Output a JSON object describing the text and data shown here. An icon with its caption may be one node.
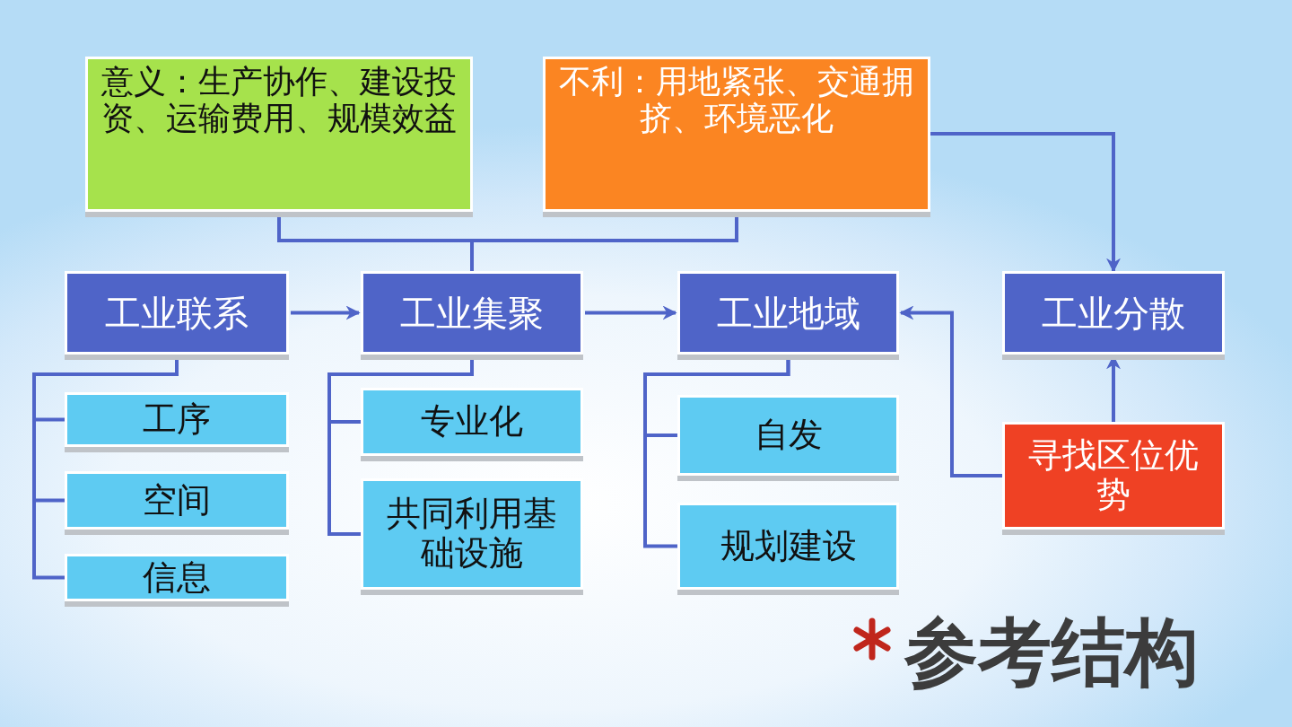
{
  "diagram": {
    "nodes": [
      {
        "text": [
          "意义：生产协作、建设投资、运输费用、规模效益"
        ]
      },
      {
        "text": [
          "不利：用地紧张、交通拥挤、环境恶化"
        ]
      },
      {
        "text": [
          "工业联系"
        ]
      },
      {
        "text": [
          "工业集聚"
        ]
      },
      {
        "text": [
          "工业地域"
        ]
      },
      {
        "text": [
          "工业分散"
        ]
      },
      {
        "text": [
          "工序"
        ]
      },
      {
        "text": [
          "空间"
        ]
      },
      {
        "text": [
          "信息"
        ]
      },
      {
        "text": [
          "专业化"
        ]
      },
      {
        "text": [
          "共同利用基础设施"
        ]
      },
      {
        "text": [
          "自发"
        ]
      },
      {
        "text": [
          "规划建设"
        ]
      },
      {
        "text": [
          "寻找区位优势"
        ]
      }
    ],
    "edges": [
      {
        "from": 0,
        "to": 3,
        "arrow": "none"
      },
      {
        "from": 1,
        "to": 3,
        "arrow": "none"
      },
      {
        "from": 2,
        "to": 3,
        "arrow": "to"
      },
      {
        "from": 3,
        "to": 4,
        "arrow": "to"
      },
      {
        "from": 1,
        "to": 5,
        "arrow": "to"
      },
      {
        "from": 13,
        "to": 5,
        "arrow": "to"
      },
      {
        "from": 13,
        "to": 4,
        "arrow": "to"
      },
      {
        "from": 2,
        "to": 6,
        "arrow": "none"
      },
      {
        "from": 2,
        "to": 7,
        "arrow": "none"
      },
      {
        "from": 2,
        "to": 8,
        "arrow": "none"
      },
      {
        "from": 3,
        "to": 9,
        "arrow": "none"
      },
      {
        "from": 3,
        "to": 10,
        "arrow": "none"
      },
      {
        "from": 4,
        "to": 11,
        "arrow": "none"
      },
      {
        "from": 4,
        "to": 12,
        "arrow": "none"
      }
    ],
    "labels": [
      "参考结构"
    ]
  }
}
